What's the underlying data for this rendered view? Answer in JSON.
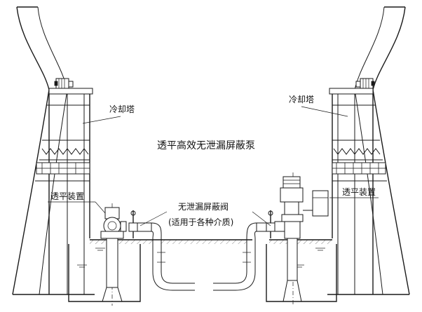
{
  "diagram": {
    "title": "透平高效无泄漏屏蔽泵",
    "labels": {
      "cooling_tower_left": "冷却塔",
      "cooling_tower_right": "冷却塔",
      "turbine_device_left": "透平装置",
      "turbine_device_right": "透平装置",
      "valve_name": "无泄漏屏蔽阀",
      "valve_note": "(适用于各种介质)"
    }
  }
}
